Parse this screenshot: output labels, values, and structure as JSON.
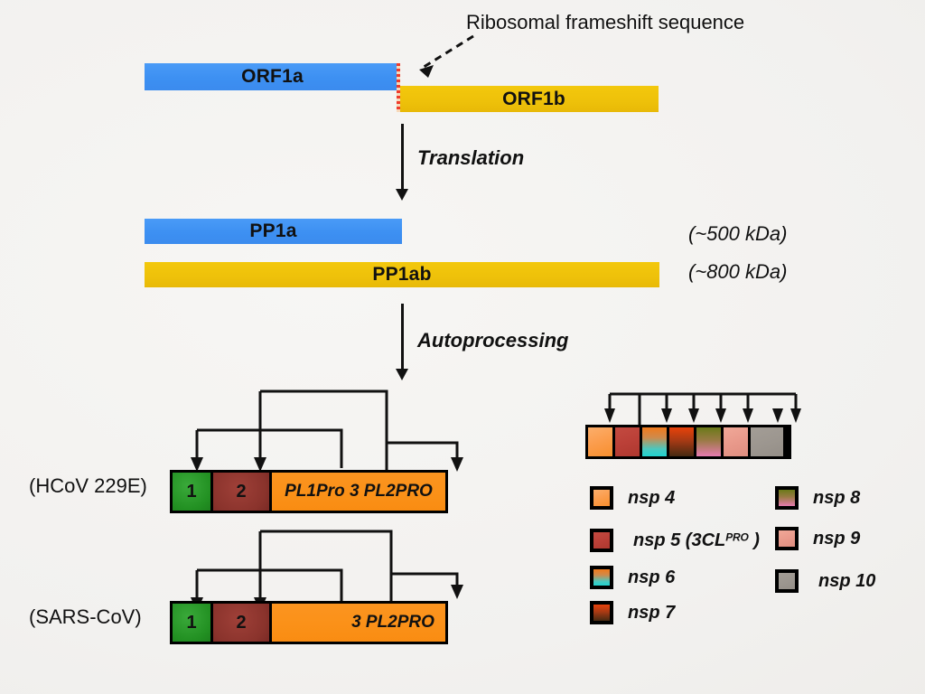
{
  "figure": {
    "title_annotation": "Ribosomal frameshift sequence",
    "background_color": "#f4f3f1"
  },
  "genome": {
    "orf1a_label": "ORF1a",
    "orf1b_label": "ORF1b",
    "frameshift_color": "#ef3b2c",
    "orf1a_color": "#3d90f2",
    "orf1b_color": "#eec10a"
  },
  "steps": {
    "translation_label": "Translation",
    "autoprocessing_label": "Autoprocessing"
  },
  "polyproteins": [
    {
      "name": "PP1a",
      "mass": "(~500 kDa)",
      "color": "#3d90f2"
    },
    {
      "name": "PP1ab",
      "mass": "(~800 kDa)",
      "color": "#eec10a"
    }
  ],
  "virus_maps": [
    {
      "virus_label": "(HCoV 229E)",
      "segments": [
        {
          "label": "1",
          "style": "seg-green"
        },
        {
          "label": "2",
          "style": "seg-darkred"
        },
        {
          "label": "PL1Pro  3  PL2PRO",
          "style": "seg-orange"
        }
      ]
    },
    {
      "virus_label": "(SARS-CoV)",
      "segments": [
        {
          "label": "1",
          "style": "seg-green"
        },
        {
          "label": "2",
          "style": "seg-darkred"
        },
        {
          "label": "3  PL2PRO",
          "style": "seg-orange"
        }
      ]
    }
  ],
  "nsp_map": {
    "segments": [
      "nsp 4",
      "nsp 5",
      "nsp 6",
      "nsp 7",
      "nsp 8",
      "nsp 9",
      "nsp 10"
    ],
    "arrow_count": 7
  },
  "legend": {
    "column_left": [
      {
        "label": "nsp 4",
        "swatch": "fill-nsp4",
        "color": "#fb9e4f"
      },
      {
        "label": "nsp 5 (3CL",
        "suffix": "PRO",
        "tail": " )",
        "swatch": "fill-nsp5",
        "color": "#bb4038"
      },
      {
        "label": "nsp 6",
        "swatch": "fill-nsp6",
        "color": "#21d3cf"
      },
      {
        "label": "nsp 7",
        "swatch": "fill-nsp7",
        "color": "#a83a14"
      }
    ],
    "column_right": [
      {
        "label": "nsp 8",
        "swatch": "fill-nsp8",
        "color": "#9a7a45"
      },
      {
        "label": "nsp 9",
        "swatch": "fill-nsp9",
        "color": "#e8988a"
      },
      {
        "label": "nsp 10",
        "swatch": "fill-nsp10",
        "color": "#9c968f"
      }
    ]
  }
}
